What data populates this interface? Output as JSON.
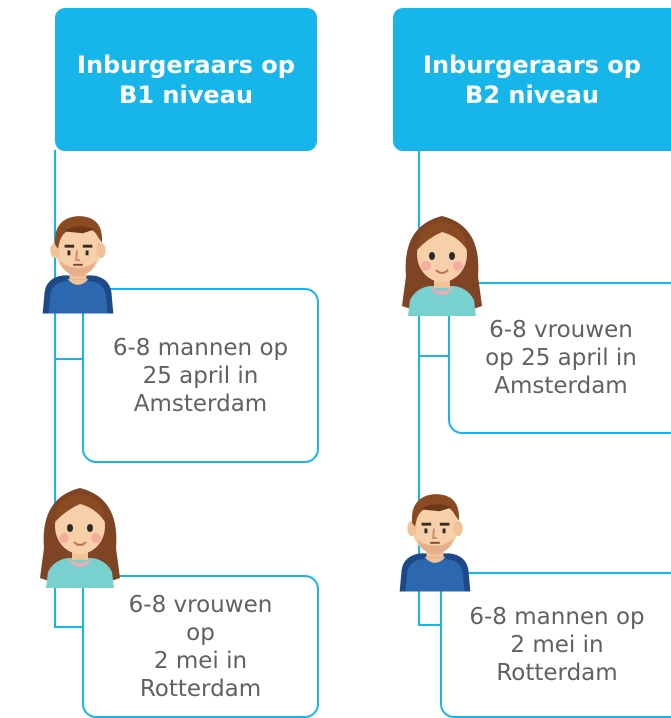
{
  "groups": [
    {
      "header": [
        "Inburgeraars op",
        "B1 niveau"
      ],
      "cards": [
        {
          "lines": [
            "6-8 mannen op",
            "25 april in",
            "Amsterdam"
          ],
          "avatar": "man-avatar-icon"
        },
        {
          "lines": [
            "6-8 vrouwen",
            "op",
            "2  mei in",
            "Rotterdam"
          ],
          "avatar": "woman-avatar-icon"
        }
      ]
    },
    {
      "header": [
        "Inburgeraars op",
        "B2 niveau"
      ],
      "cards": [
        {
          "lines": [
            "6-8 vrouwen",
            "op 25 april in",
            "Amsterdam"
          ],
          "avatar": "woman-avatar-icon"
        },
        {
          "lines": [
            "6-8 mannen op",
            "2 mei in",
            "Rotterdam"
          ],
          "avatar": "man-avatar-icon"
        }
      ]
    }
  ],
  "colors": {
    "accent": "#16b6ea",
    "text": "#5f6164"
  }
}
